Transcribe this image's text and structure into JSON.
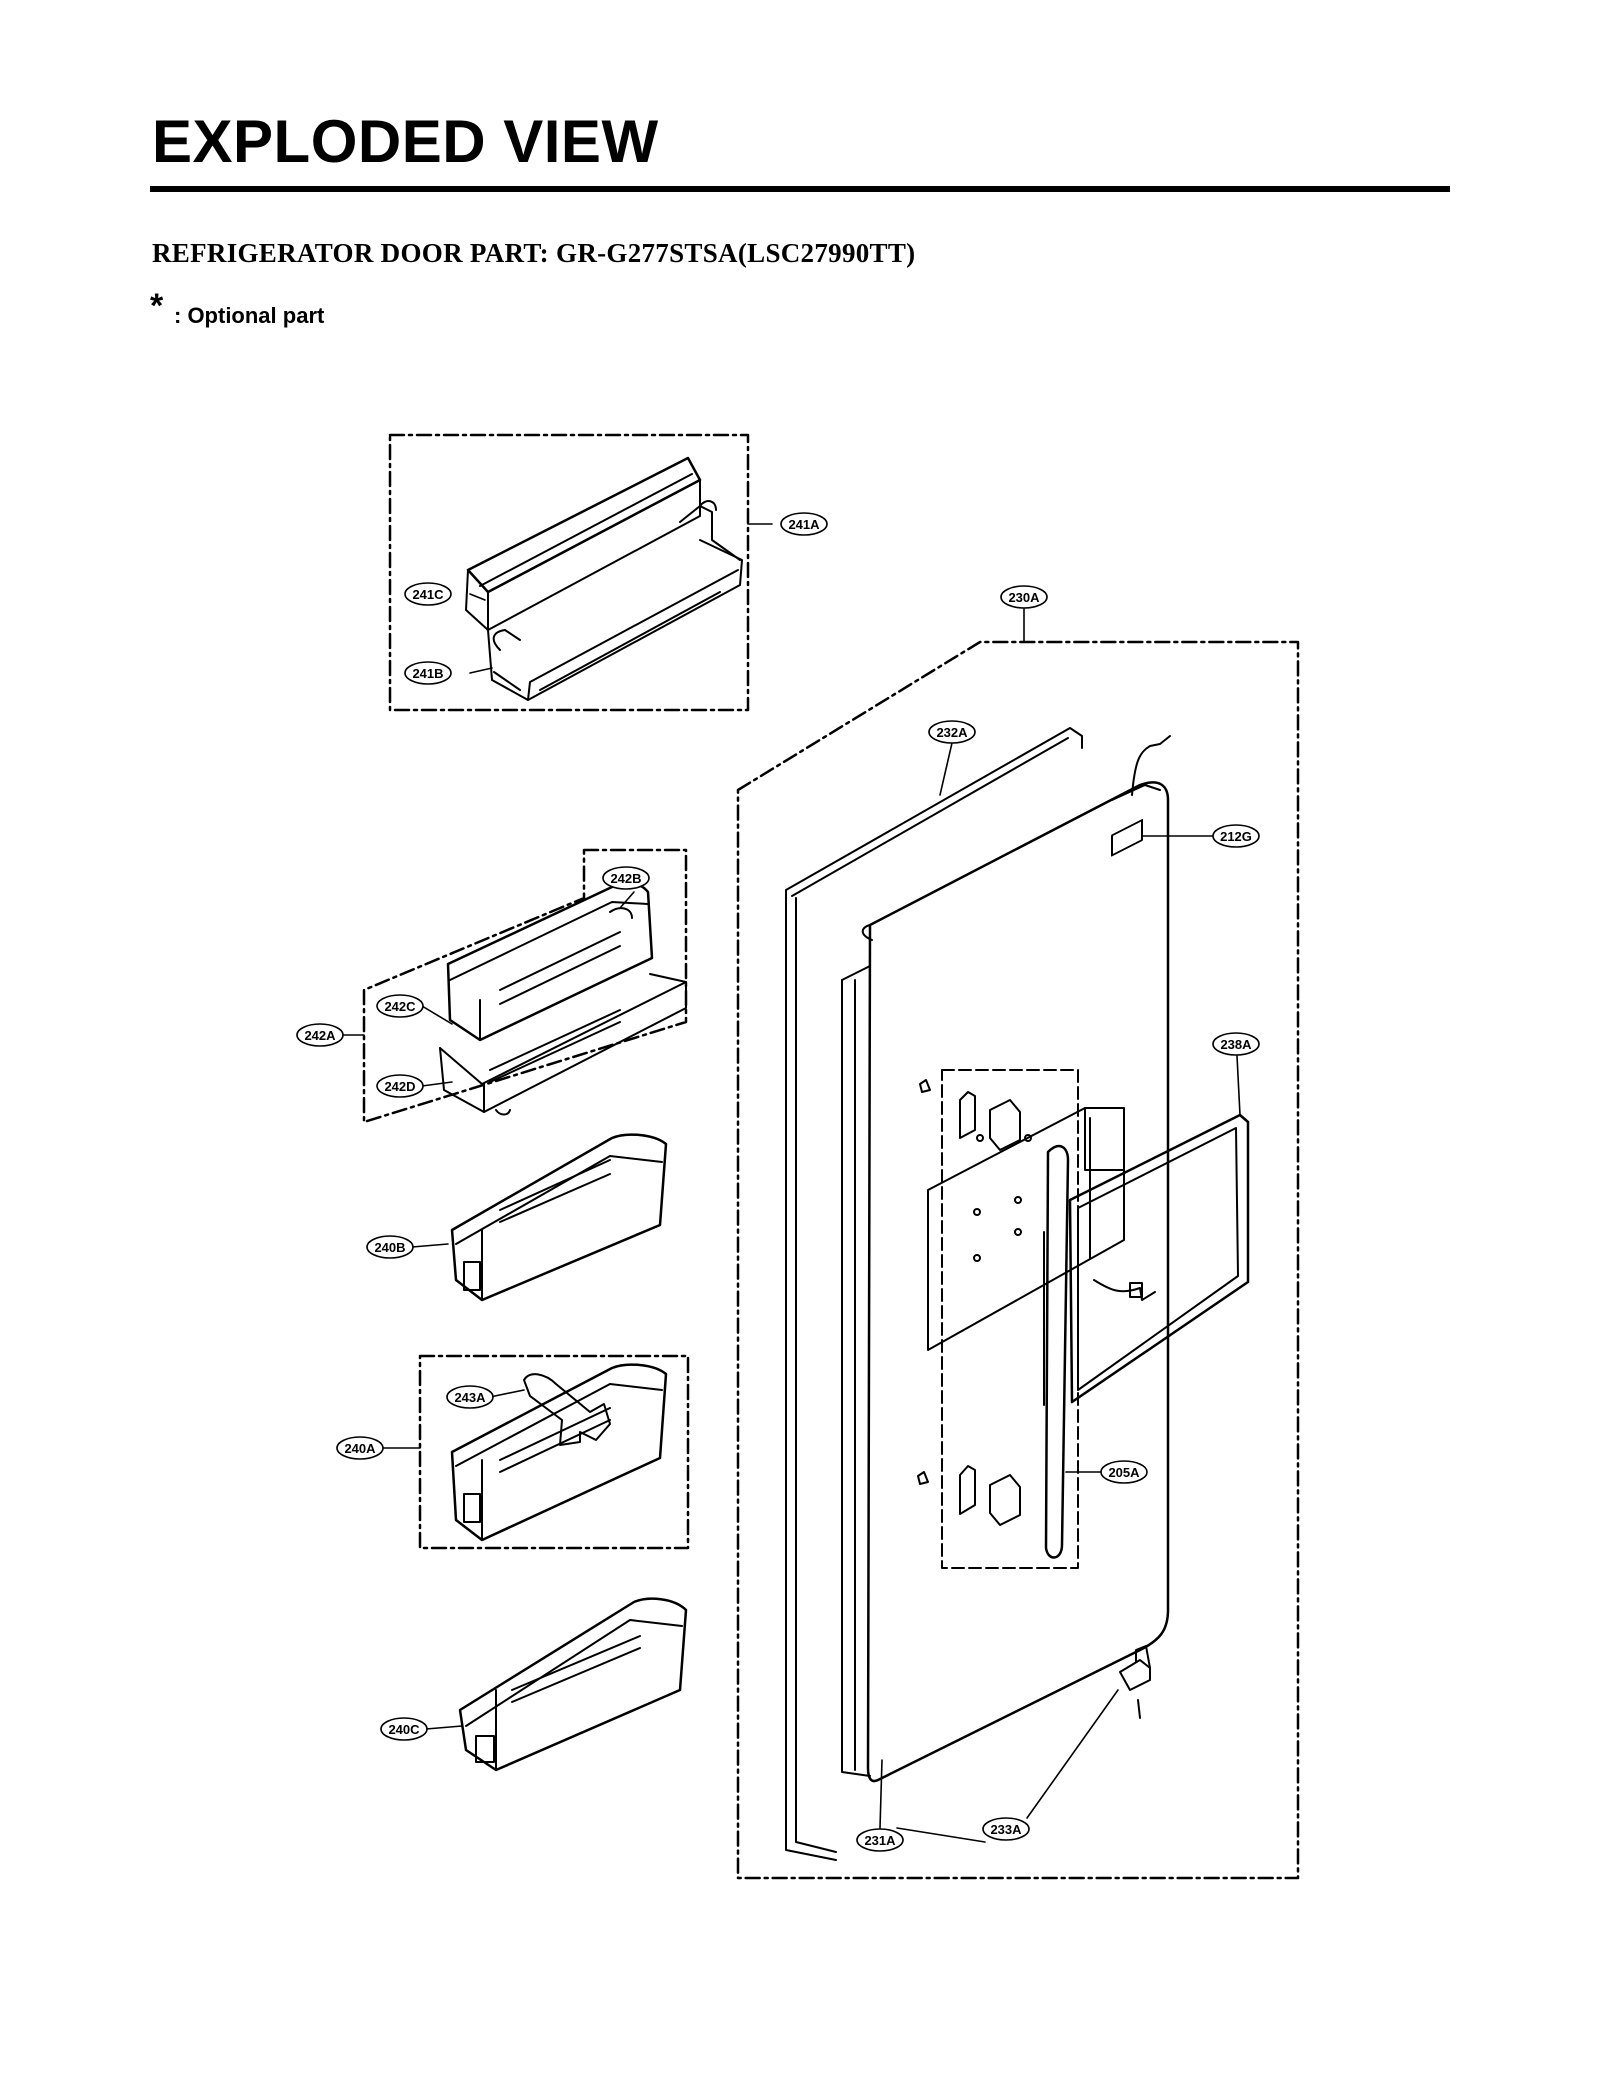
{
  "header": {
    "title": "EXPLODED VIEW",
    "subtitle": "REFRIGERATOR DOOR PART: GR-G277STSA(LSC27990TT)",
    "optional_mark": "*",
    "optional_text": ": Optional part"
  },
  "callouts": {
    "c241A": "241A",
    "c241C": "241C",
    "c241B": "241B",
    "c230A": "230A",
    "c232A": "232A",
    "c212G": "212G",
    "c242B": "242B",
    "c242C": "242C",
    "c242A": "242A",
    "c242D": "242D",
    "c238A": "238A",
    "c240B": "240B",
    "c243A": "243A",
    "c240A": "240A",
    "c205A": "205A",
    "c240C": "240C",
    "c231A": "231A",
    "c233A": "233A"
  }
}
